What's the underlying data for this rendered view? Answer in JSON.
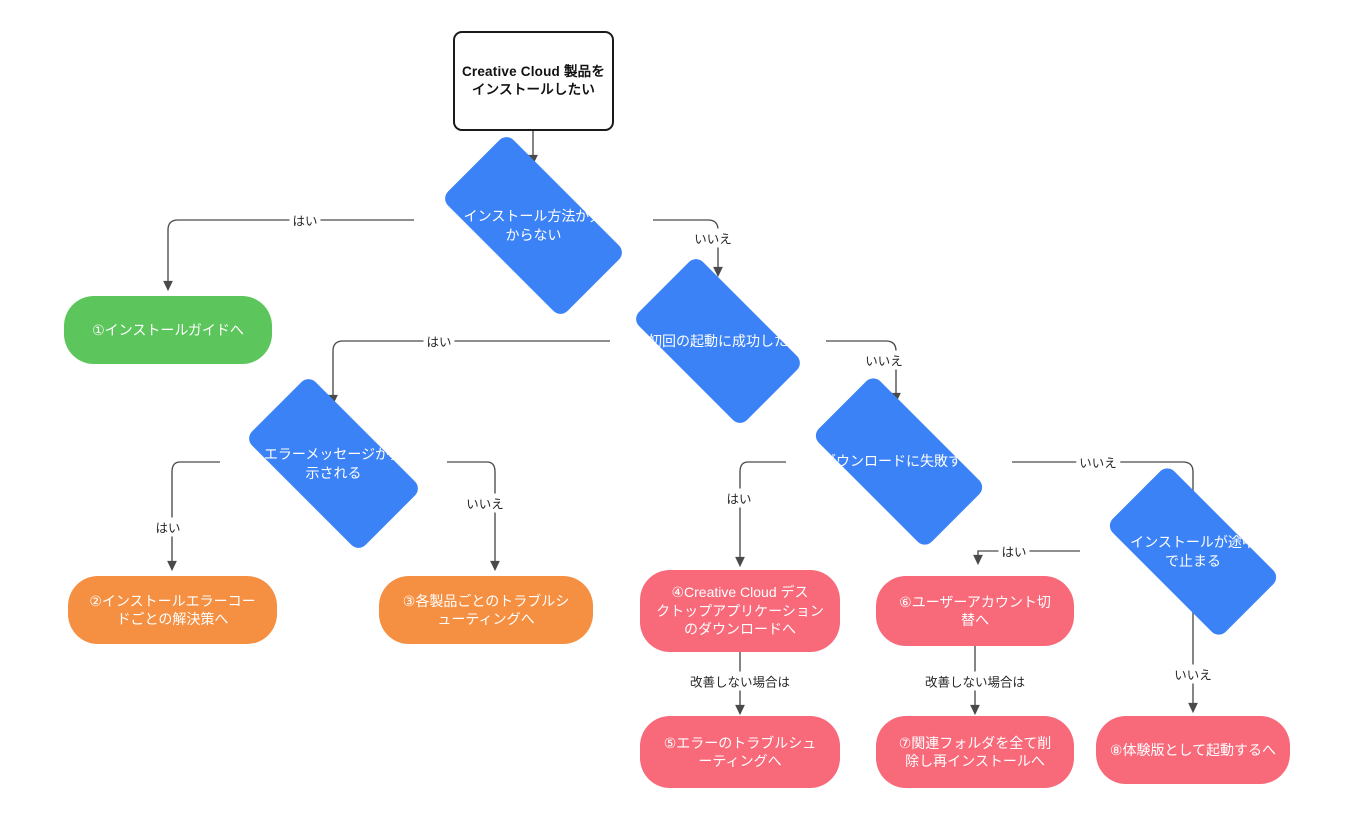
{
  "diagram": {
    "title": "Creative Cloud 製品をインストールしたい",
    "type": "flowchart",
    "orientation": "top-down",
    "colors": {
      "decision": "#3b82f6",
      "start_border": "#1a1a1a",
      "start_fill": "#ffffff",
      "green": "#5cc65c",
      "orange": "#f59042",
      "red": "#f8697a",
      "edge": "#4a4a4a",
      "background": "#ffffff"
    },
    "nodes": [
      {
        "id": "start",
        "shape": "terminal",
        "color": "#ffffff",
        "text": "Creative Cloud 製品を\nインストールしたい"
      },
      {
        "id": "d1",
        "shape": "diamond",
        "color": "#3b82f6",
        "text": "インストール方法が分\nからない"
      },
      {
        "id": "d2",
        "shape": "diamond",
        "color": "#3b82f6",
        "text": "初回の起動に成功した"
      },
      {
        "id": "d3",
        "shape": "diamond",
        "color": "#3b82f6",
        "text": "エラーメッセージが表\n示される"
      },
      {
        "id": "d4",
        "shape": "diamond",
        "color": "#3b82f6",
        "text": "ダウンロードに失敗する"
      },
      {
        "id": "d5",
        "shape": "diamond",
        "color": "#3b82f6",
        "text": "インストールが途中\nで止まる"
      },
      {
        "id": "r1",
        "shape": "rounded",
        "color": "#5cc65c",
        "text": "①インストールガイドへ"
      },
      {
        "id": "r2",
        "shape": "rounded",
        "color": "#f59042",
        "text": "②インストールエラーコー\nドごとの解決策へ"
      },
      {
        "id": "r3",
        "shape": "rounded",
        "color": "#f59042",
        "text": "③各製品ごとのトラブルシ\nューティングへ"
      },
      {
        "id": "r4",
        "shape": "rounded",
        "color": "#f8697a",
        "text": "④Creative Cloud デス\nクトップアプリケーション\nのダウンロードへ"
      },
      {
        "id": "r5",
        "shape": "rounded",
        "color": "#f8697a",
        "text": "⑤エラーのトラブルシュ\nーティングへ"
      },
      {
        "id": "r6",
        "shape": "rounded",
        "color": "#f8697a",
        "text": "⑥ユーザーアカウント切\n替へ"
      },
      {
        "id": "r7",
        "shape": "rounded",
        "color": "#f8697a",
        "text": "⑦関連フォルダを全て削\n除し再インストールへ"
      },
      {
        "id": "r8",
        "shape": "rounded",
        "color": "#f8697a",
        "text": "⑧体験版として起動するへ"
      }
    ],
    "edges": [
      {
        "from": "start",
        "to": "d1",
        "label": ""
      },
      {
        "from": "d1",
        "to": "r1",
        "label": "はい"
      },
      {
        "from": "d1",
        "to": "d2",
        "label": "いいえ"
      },
      {
        "from": "d2",
        "to": "d3",
        "label": "はい"
      },
      {
        "from": "d2",
        "to": "d4",
        "label": "いいえ"
      },
      {
        "from": "d3",
        "to": "r2",
        "label": "はい"
      },
      {
        "from": "d3",
        "to": "r3",
        "label": "いいえ"
      },
      {
        "from": "d4",
        "to": "r4",
        "label": "はい"
      },
      {
        "from": "d4",
        "to": "d5",
        "label": "いいえ"
      },
      {
        "from": "d5",
        "to": "r6",
        "label": "はい"
      },
      {
        "from": "d5",
        "to": "r8",
        "label": "いいえ"
      },
      {
        "from": "r4",
        "to": "r5",
        "label": "改善しない場合は"
      },
      {
        "from": "r6",
        "to": "r7",
        "label": "改善しない場合は"
      }
    ],
    "edge_labels": {
      "yes_d1": "はい",
      "no_d1": "いいえ",
      "yes_d2": "はい",
      "no_d2": "いいえ",
      "yes_d3": "はい",
      "no_d3": "いいえ",
      "yes_d4": "はい",
      "no_d4": "いいえ",
      "yes_d5": "はい",
      "no_d5": "いいえ",
      "retry_r4": "改善しない場合は",
      "retry_r6": "改善しない場合は"
    }
  }
}
